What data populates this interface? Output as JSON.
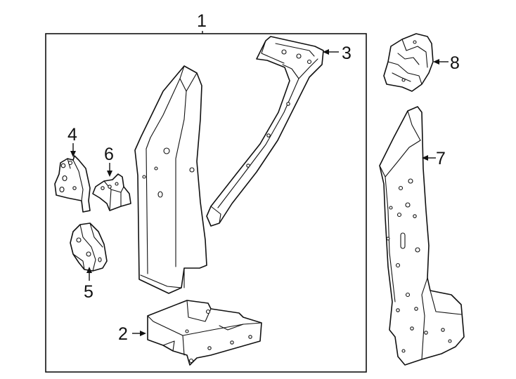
{
  "callouts": {
    "c1": "1",
    "c2": "2",
    "c3": "3",
    "c4": "4",
    "c5": "5",
    "c6": "6",
    "c7": "7",
    "c8": "8"
  },
  "colors": {
    "ink": "#111111",
    "paper": "#ffffff"
  }
}
